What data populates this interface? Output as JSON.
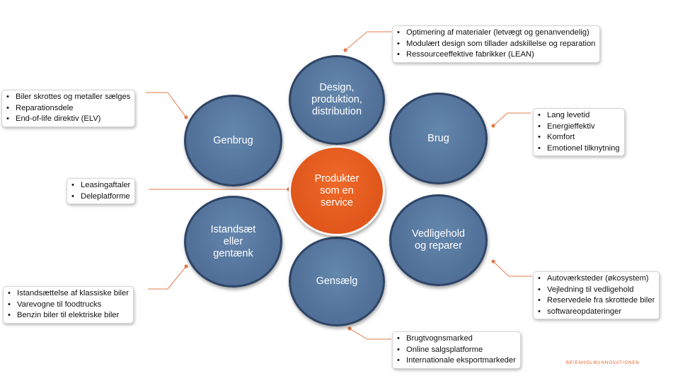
{
  "center": {
    "label": "Produkter\nsom en\nservice"
  },
  "nodes": [
    {
      "id": "design",
      "label": "Design,\nproduktion,\ndistribution"
    },
    {
      "id": "brug",
      "label": "Brug"
    },
    {
      "id": "vedligehold",
      "label": "Vedligehold\nog reparer"
    },
    {
      "id": "gensaelg",
      "label": "Gensælg"
    },
    {
      "id": "istandsaet",
      "label": "Istandsæt\neller\ngentænk"
    },
    {
      "id": "genbrug",
      "label": "Genbrug"
    }
  ],
  "boxes": {
    "design": [
      "Optimering af materialer (letvægt og genanvendelig)",
      "Modulært design som tillader adskillelse og reparation",
      "Ressourceeffektive fabrikker (LEAN)"
    ],
    "brug": [
      "Lang levetid",
      "Energieffektiv",
      "Komfort",
      "Emotionel tilknytning"
    ],
    "vedligehold": [
      "Autoværksteder (økosystem)",
      "Vejledning til vedligehold",
      "Reservedele fra skrottede biler",
      "softwareopdateringer"
    ],
    "gensaelg": [
      "Brugtvognsmarked",
      "Online salgsplatforme",
      "Internationale eksportmarkeder"
    ],
    "istandsaet": [
      "Istandsættelse af klassiske biler",
      "Varevogne til foodtrucks",
      "Benzin biler til elektriske biler"
    ],
    "genbrug": [
      "Biler skrottes og metaller sælges",
      "Reparationsdele",
      "End-of-life direktiv (ELV)"
    ],
    "center": [
      "Leasingaftaler",
      "Deleplatforme"
    ]
  },
  "colors": {
    "node_blue": "#53729a",
    "node_border": "#2e4466",
    "center_orange": "#e0561b",
    "connector": "#e07b4a"
  },
  "logo_text": "BEIENHOLM|INNOVATIONEN"
}
